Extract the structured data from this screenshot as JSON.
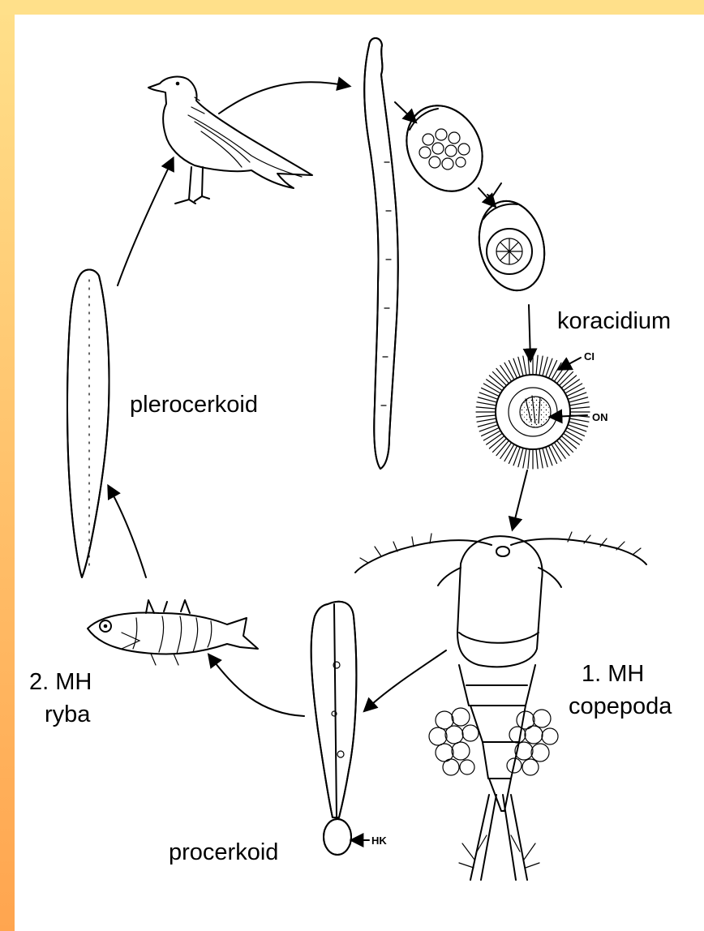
{
  "colors": {
    "border_top": "#FFE08A",
    "border_bottom": "#FFA54F",
    "background": "#FFFFFF",
    "ink": "#000000"
  },
  "labels": {
    "koracidium": "koracidium",
    "plerocerkoid": "plerocerkoid",
    "mh1_line1": "1. MH",
    "mh1_line2": "copepoda",
    "mh2_line1": "2. MH",
    "mh2_line2": "ryba",
    "procerkoid": "procerkoid"
  },
  "tags": {
    "ci": "CI",
    "on": "ON",
    "hk": "HK"
  },
  "icons": [
    "gull-drawing",
    "adult-tapeworm-drawing",
    "egg-drawing",
    "embryonated-egg-drawing",
    "coracidium-drawing",
    "copepod-drawing",
    "procercoid-drawing",
    "stickleback-drawing",
    "plerocercoid-drawing",
    "cycle-arrow-icon"
  ]
}
